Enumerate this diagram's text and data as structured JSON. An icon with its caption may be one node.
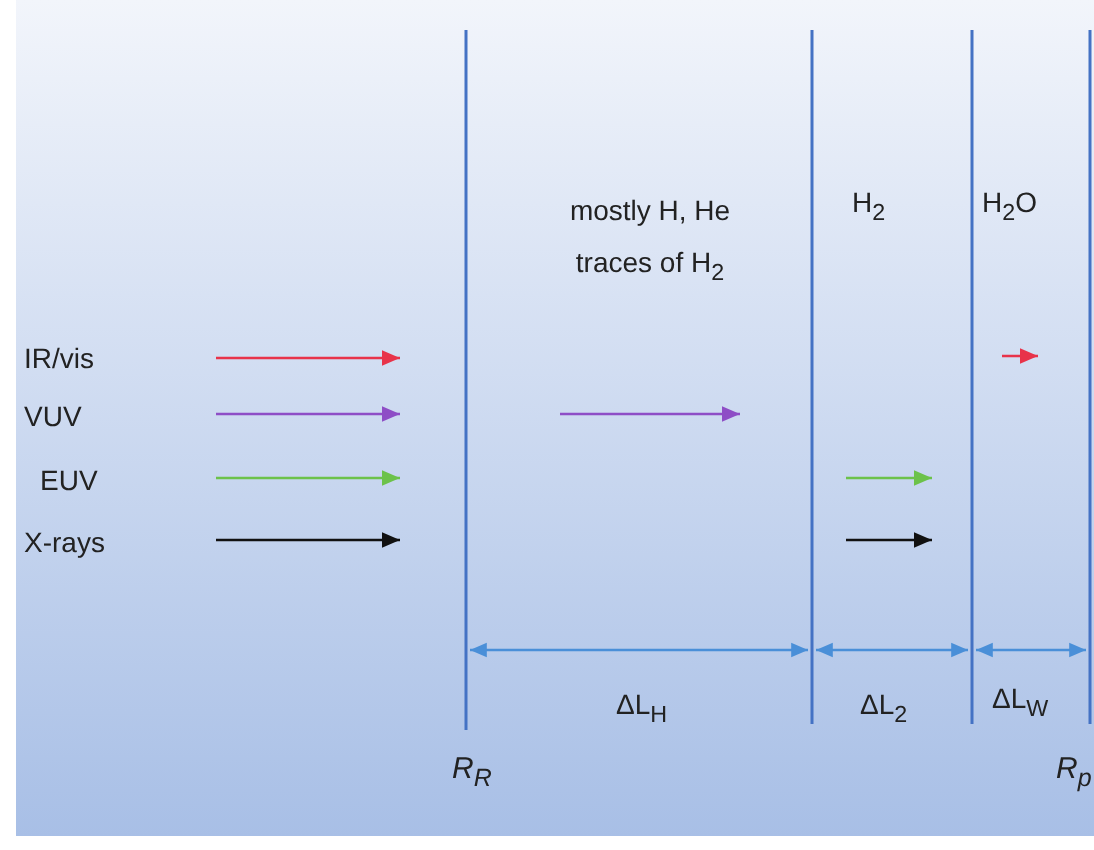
{
  "diagram": {
    "labels": [
      "mostly H, He traces of H$_{2}$",
      "H$_{2}$",
      "H$_{2}$O",
      "IR/vis",
      "VUV",
      "EUV",
      "X-rays",
      "ΔL$_{H}$",
      "ΔL$_{2}$",
      "ΔL$_{W}$",
      "R$_{R}$",
      "R$_{p}$"
    ]
  }
}
